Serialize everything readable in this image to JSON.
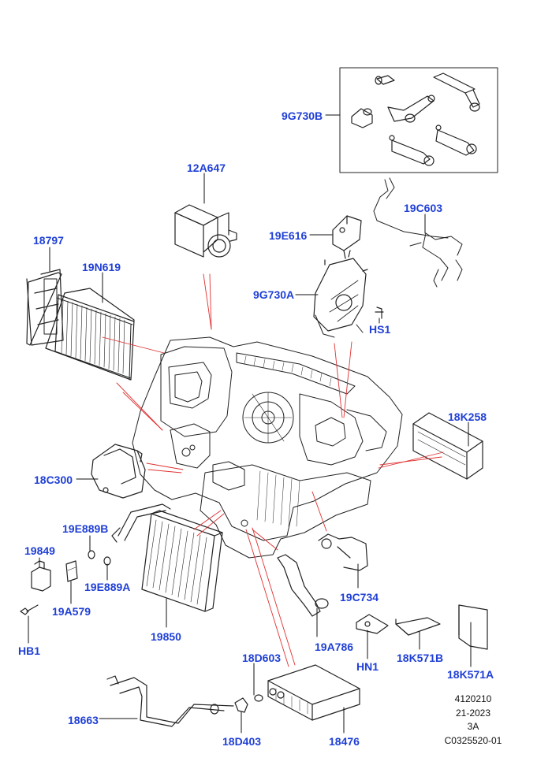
{
  "diagram": {
    "labels": {
      "p9G730B": "9G730B",
      "p12A647": "12A647",
      "p19C603": "19C603",
      "p19E616": "19E616",
      "p18797": "18797",
      "p19N619": "19N619",
      "p9G730A": "9G730A",
      "pHS1": "HS1",
      "p18K258": "18K258",
      "p18C300": "18C300",
      "p19E889B": "19E889B",
      "p19849": "19849",
      "p19E889A": "19E889A",
      "p19A579": "19A579",
      "p19850": "19850",
      "pHB1": "HB1",
      "p19C734": "19C734",
      "p19A786": "19A786",
      "pHN1": "HN1",
      "p18K571B": "18K571B",
      "p18K571A": "18K571A",
      "p18D603": "18D603",
      "p18663": "18663",
      "p18D403": "18D403",
      "p18476": "18476"
    },
    "reference": {
      "line1": "4120210",
      "line2": "21-2023",
      "line3": "3A",
      "line4": "C0325520-01"
    },
    "colors": {
      "label": "#1f3fd6",
      "leader": "#111111",
      "callout": "#e03030",
      "drawing": "#222222"
    }
  }
}
